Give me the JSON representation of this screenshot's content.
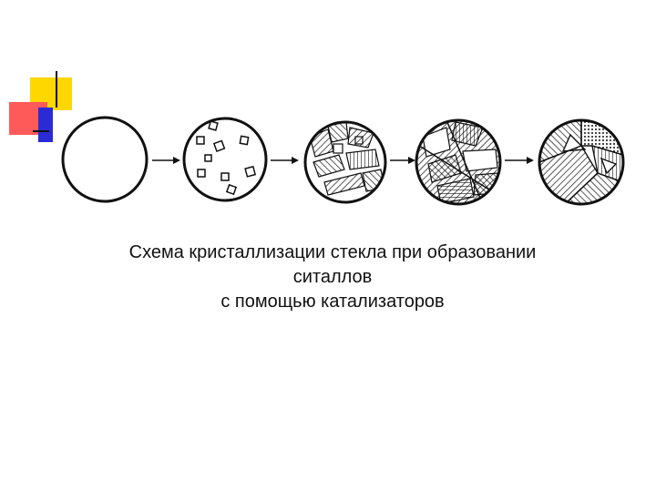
{
  "caption": {
    "line1": "Схема кристаллизации стекла при образовании",
    "line2": "ситаллов",
    "line3": "с помощью катализаторов"
  },
  "diagram": {
    "stages": [
      {
        "pattern": "empty"
      },
      {
        "pattern": "scattered-crystal-nuclei"
      },
      {
        "pattern": "growing-crystals"
      },
      {
        "pattern": "dense-crystals"
      },
      {
        "pattern": "fully-crystallized-grains"
      }
    ],
    "arrow_icon": "right-arrow-icon"
  },
  "colors": {
    "deco_yellow": "#ffd700",
    "deco_red": "#ff5a5a",
    "deco_blue": "#2b2bd6",
    "ink": "#111111"
  }
}
